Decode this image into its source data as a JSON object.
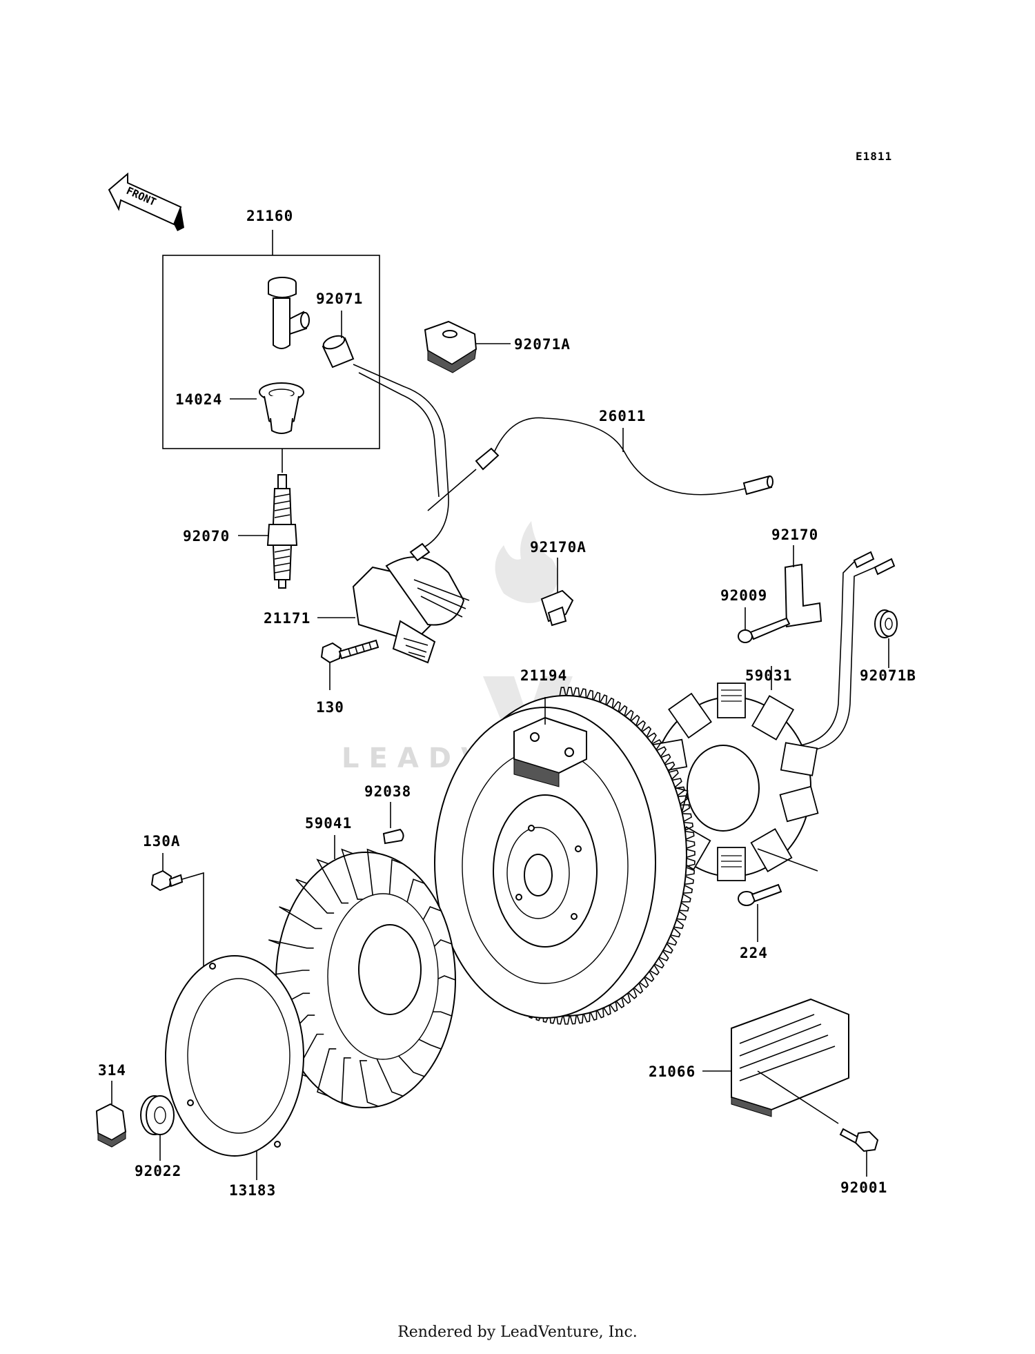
{
  "diagram": {
    "code": "E1811",
    "front_label": "FRONT",
    "watermark": "LEADVENTURE",
    "parts": [
      {
        "id": "21160",
        "label": "21160"
      },
      {
        "id": "92071",
        "label": "92071"
      },
      {
        "id": "92071A",
        "label": "92071A"
      },
      {
        "id": "14024",
        "label": "14024"
      },
      {
        "id": "26011",
        "label": "26011"
      },
      {
        "id": "92070",
        "label": "92070"
      },
      {
        "id": "92170A",
        "label": "92170A"
      },
      {
        "id": "92170",
        "label": "92170"
      },
      {
        "id": "92009",
        "label": "92009"
      },
      {
        "id": "21171",
        "label": "21171"
      },
      {
        "id": "92071B",
        "label": "92071B"
      },
      {
        "id": "130",
        "label": "130"
      },
      {
        "id": "21194",
        "label": "21194"
      },
      {
        "id": "59031",
        "label": "59031"
      },
      {
        "id": "92038",
        "label": "92038"
      },
      {
        "id": "59041",
        "label": "59041"
      },
      {
        "id": "130A",
        "label": "130A"
      },
      {
        "id": "224",
        "label": "224"
      },
      {
        "id": "314",
        "label": "314"
      },
      {
        "id": "21066",
        "label": "21066"
      },
      {
        "id": "92022",
        "label": "92022"
      },
      {
        "id": "13183",
        "label": "13183"
      },
      {
        "id": "92001",
        "label": "92001"
      }
    ]
  },
  "footer": {
    "text": "Rendered by LeadVenture, Inc."
  }
}
